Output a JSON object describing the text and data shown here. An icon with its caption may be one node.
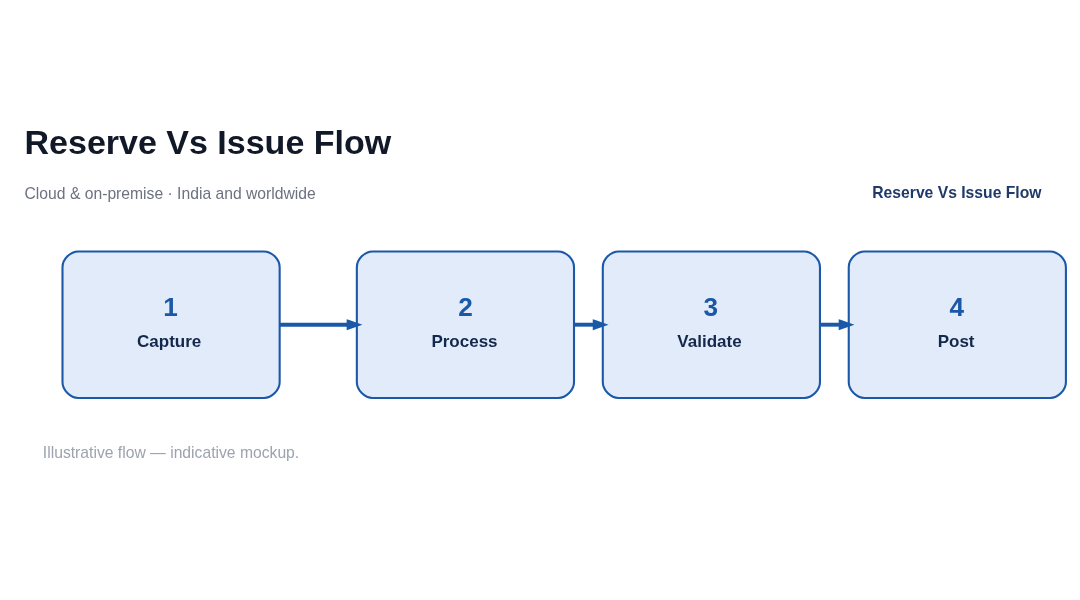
{
  "diagram": {
    "title": "Reserve Vs Issue Flow",
    "nodes": [
      {
        "text": [
          "1",
          "Capture"
        ]
      },
      {
        "text": [
          "2",
          "Process"
        ]
      },
      {
        "text": [
          "3",
          "Validate"
        ]
      },
      {
        "text": [
          "4",
          "Post"
        ]
      }
    ],
    "edges": [
      {
        "from": 0,
        "to": 1,
        "arrow": "to"
      },
      {
        "from": 1,
        "to": 2,
        "arrow": "to"
      },
      {
        "from": 2,
        "to": 3,
        "arrow": "to"
      }
    ],
    "labels": [
      "Reserve Vs Issue Flow",
      "Cloud & on-premise · India and worldwide",
      "Illustrative flow — indicative mockup."
    ]
  }
}
